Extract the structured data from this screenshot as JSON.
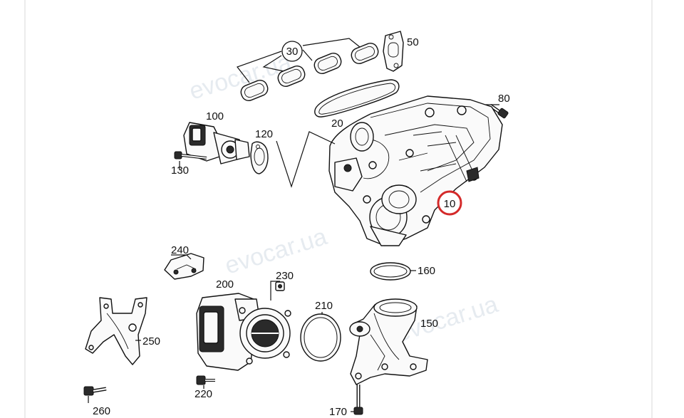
{
  "watermark": "evocar.ua",
  "highlight_color": "#d42a2a",
  "labels": {
    "p10": "10",
    "p20": "20",
    "p30": "30",
    "p50": "50",
    "p80": "80",
    "p100": "100",
    "p120": "120",
    "p130": "130",
    "p150": "150",
    "p160": "160",
    "p170": "170",
    "p200": "200",
    "p210": "210",
    "p220": "220",
    "p230": "230",
    "p240": "240",
    "p250": "250",
    "p260": "260"
  }
}
